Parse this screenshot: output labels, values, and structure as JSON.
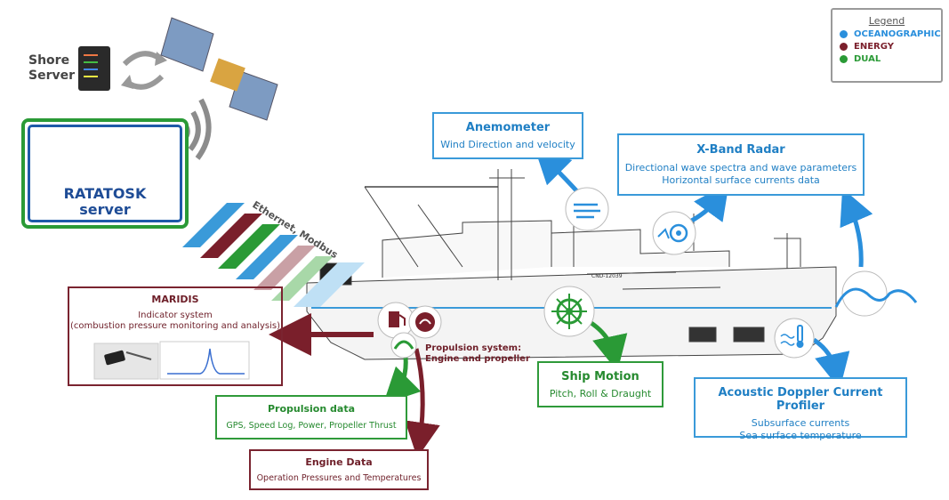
{
  "legend": {
    "title": "Legend",
    "items": [
      {
        "label": "OCEANOGRAPHIC",
        "color": "#2a8fdc"
      },
      {
        "label": "ENERGY",
        "color": "#7a1f2b"
      },
      {
        "label": "DUAL",
        "color": "#2a9a36"
      }
    ]
  },
  "shore": {
    "line1": "Shore",
    "line2": "Server"
  },
  "ratatosk": {
    "line1": "RATATOSK",
    "line2": "server"
  },
  "network": {
    "label": "Ethernet, Modbus"
  },
  "propulsion_system": {
    "line1": "Propulsion system:",
    "line2": "Engine and propeller"
  },
  "boxes": {
    "anemometer": {
      "title": "Anemometer",
      "desc": "Wind Direction and velocity"
    },
    "xband": {
      "title": "X-Band Radar",
      "line1": "Directional wave spectra and wave parameters",
      "line2": "Horizontal surface currents data"
    },
    "maridis": {
      "title": "MARIDIS",
      "line1": "Indicator system",
      "line2": "(combustion pressure monitoring and analysis)"
    },
    "ship_motion": {
      "title": "Ship Motion",
      "desc": "Pitch, Roll & Draught"
    },
    "adcp": {
      "title": "Acoustic Doppler Current Profiler",
      "line1": "Subsurface currents",
      "line2": "Sea surface temperature"
    },
    "propulsion": {
      "title": "Propulsion data",
      "desc": "GPS, Speed Log, Power, Propeller Thrust"
    },
    "engine": {
      "title": "Engine Data",
      "desc": "Operation Pressures and Temperatures"
    }
  },
  "ship_marks": {
    "hull_id": "CND-12039"
  },
  "colors": {
    "blue": "#2a8fdc",
    "maroon": "#7a1f2b",
    "green": "#2a9a36"
  },
  "icons": [
    "server-icon",
    "satellite-icon",
    "wifi-icon",
    "sync-arrows-icon",
    "wind-icon",
    "radar-icon",
    "helm-icon",
    "fuel-icon",
    "pressure-icon",
    "gauge-icon",
    "thermometer-icon",
    "wave-icon"
  ]
}
